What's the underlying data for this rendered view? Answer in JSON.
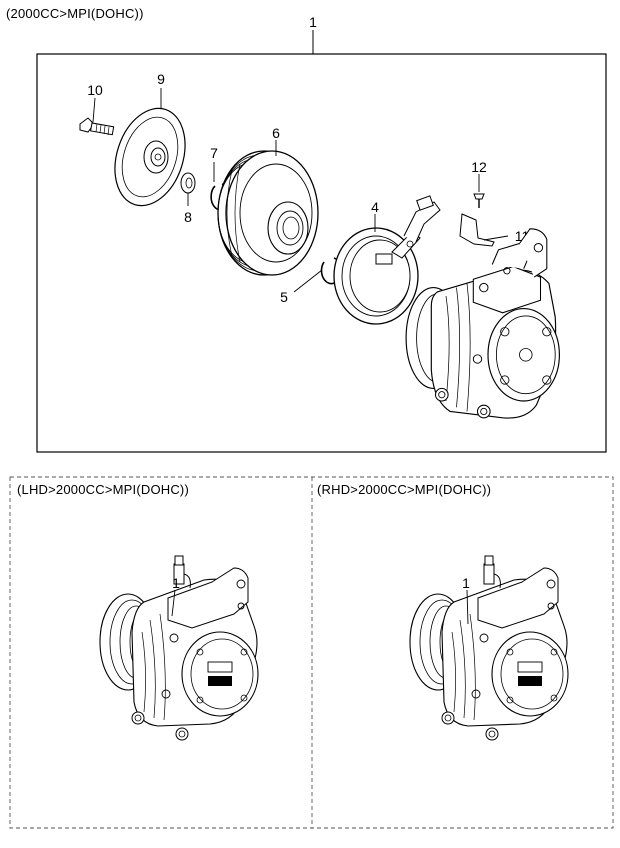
{
  "diagram": {
    "top_section": {
      "title": "(2000CC>MPI(DOHC))",
      "assembly_callout": "1",
      "parts": [
        {
          "ref": "1"
        },
        {
          "ref": "4"
        },
        {
          "ref": "5"
        },
        {
          "ref": "6"
        },
        {
          "ref": "7"
        },
        {
          "ref": "8"
        },
        {
          "ref": "9"
        },
        {
          "ref": "10"
        },
        {
          "ref": "11"
        },
        {
          "ref": "12"
        }
      ]
    },
    "left_panel": {
      "title": "(LHD>2000CC>MPI(DOHC))",
      "callout": "1"
    },
    "right_panel": {
      "title": "(RHD>2000CC>MPI(DOHC))",
      "callout": "1"
    }
  }
}
